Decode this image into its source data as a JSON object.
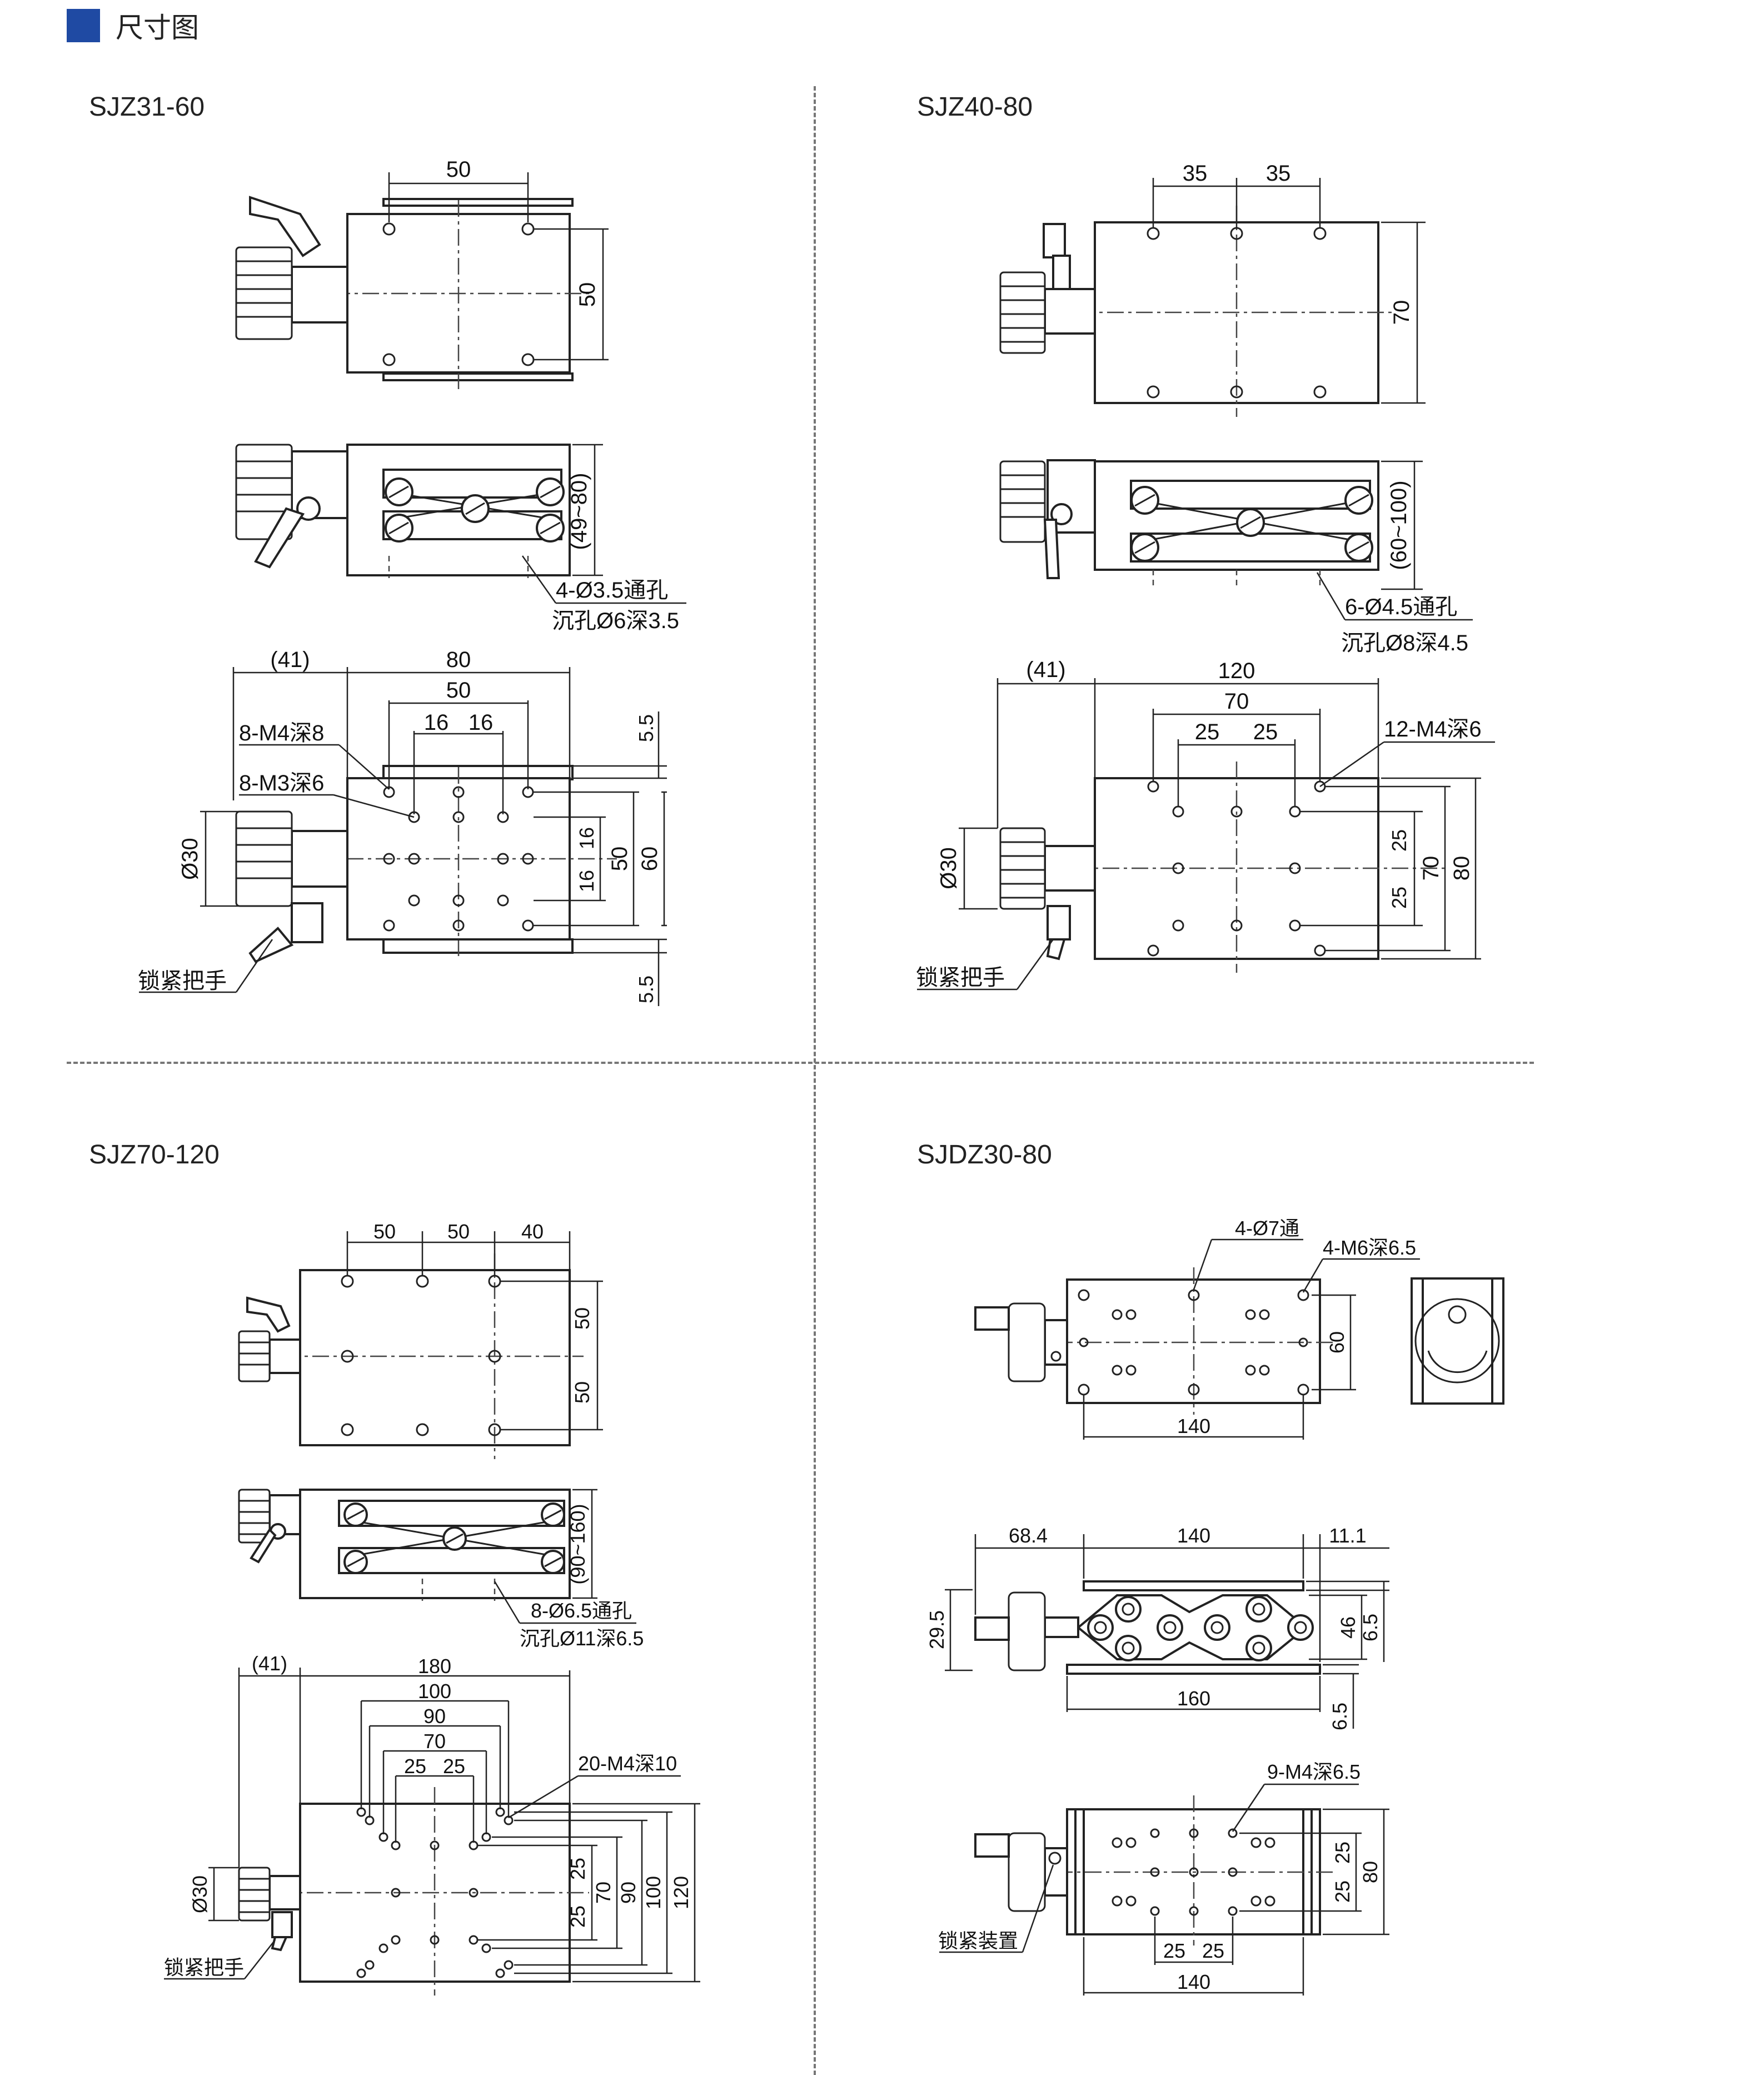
{
  "header": {
    "title": "尺寸图",
    "accent_color": "#1f4aa3"
  },
  "models": [
    "SJZ31-60",
    "SJZ40-80",
    "SJZ70-120",
    "SJDZ30-80"
  ],
  "sjz31": {
    "top_w": "50",
    "top_h": "50",
    "side_h": "(49~80)",
    "hole_note1": "4-Ø3.5通孔",
    "hole_note2": "沉孔Ø6深3.5",
    "knob_offset": "(41)",
    "w80": "80",
    "w50": "50",
    "d16a": "16",
    "d16b": "16",
    "thread1": "8-M4深8",
    "thread2": "8-M3深6",
    "dia30": "Ø30",
    "v5_5a": "5.5",
    "v16a": "16",
    "v16b": "16",
    "v50": "50",
    "v60": "60",
    "v5_5b": "5.5",
    "lock_label": "锁紧把手"
  },
  "sjz40": {
    "top_a": "35",
    "top_b": "35",
    "top_h": "70",
    "side_h": "(60~100)",
    "hole_note1": "6-Ø4.5通孔",
    "hole_note2": "沉孔Ø8深4.5",
    "knob_offset": "(41)",
    "w120": "120",
    "w70": "70",
    "d25a": "25",
    "d25b": "25",
    "thread": "12-M4深6",
    "dia30": "Ø30",
    "v25a": "25",
    "v25b": "25",
    "v70": "70",
    "v80": "80",
    "lock_label": "锁紧把手"
  },
  "sjz70": {
    "top_a": "50",
    "top_b": "50",
    "top_c": "40",
    "top_v1": "50",
    "top_v2": "50",
    "side_h": "(90~160)",
    "hole_note1": "8-Ø6.5通孔",
    "hole_note2": "沉孔Ø11深6.5",
    "knob_offset": "(41)",
    "w180": "180",
    "w100": "100",
    "w90": "90",
    "w70": "70",
    "d25a": "25",
    "d25b": "25",
    "thread": "20-M4深10",
    "dia30": "Ø30",
    "v25a": "25",
    "v25b": "25",
    "v70": "70",
    "v90": "90",
    "v100": "100",
    "v120": "120",
    "lock_label": "锁紧把手"
  },
  "sjdz30": {
    "hole1": "4-Ø7通",
    "hole2": "4-M6深6.5",
    "top_h": "60",
    "top_w": "140",
    "s_left": "68.4",
    "s_w": "140",
    "s_right": "11.1",
    "s_h1": "29.5",
    "s_h2": "46",
    "s_h3": "6.5",
    "s_bottom": "160",
    "s_h4": "6.5",
    "thread": "9-M4深6.5",
    "b_v1": "25",
    "b_v2": "25",
    "b_v3": "80",
    "b_d1": "25",
    "b_d2": "25",
    "b_w": "140",
    "lock_label": "锁紧装置"
  }
}
